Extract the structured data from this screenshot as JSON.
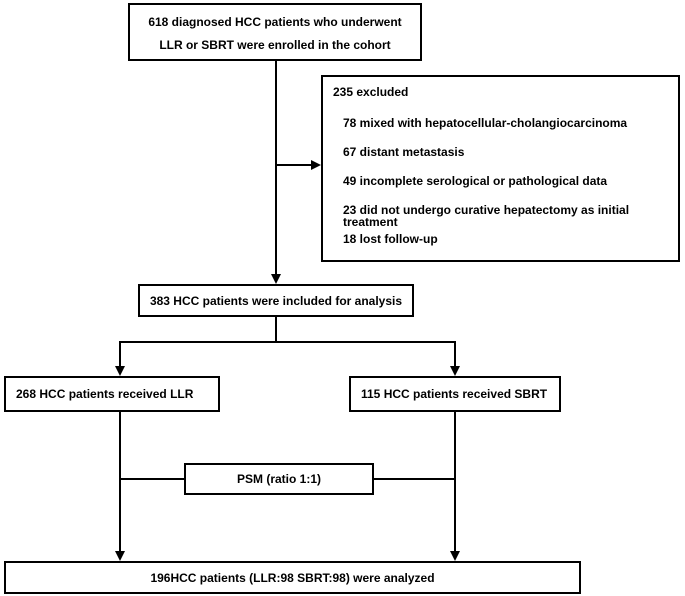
{
  "flowchart": {
    "enrolled": {
      "line1": "618 diagnosed HCC patients who underwent",
      "line2": "LLR or SBRT were enrolled in the cohort"
    },
    "excluded": {
      "title": "235 excluded",
      "items": [
        "78 mixed with hepatocellular-cholangiocarcinoma",
        "67 distant metastasis",
        "49 incomplete serological or pathological data",
        "23 did not undergo curative hepatectomy as initial treatment",
        "18 lost follow-up"
      ]
    },
    "included": "383 HCC patients were included for analysis",
    "llr": "268 HCC patients received LLR",
    "sbrt": "115 HCC patients received SBRT",
    "psm": "PSM (ratio 1:1)",
    "analyzed": "196HCC patients (LLR:98 SBRT:98) were analyzed"
  },
  "colors": {
    "line": "#000000",
    "background": "#ffffff"
  }
}
